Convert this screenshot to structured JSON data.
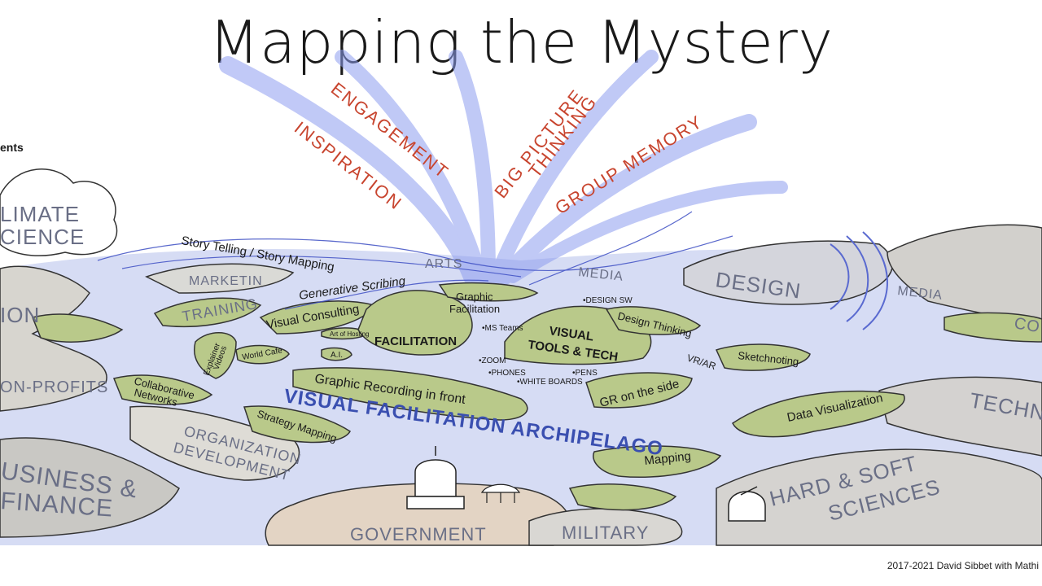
{
  "title": "Mapping the Mystery",
  "credit": "2017-2021 David Sibbet with Mathi",
  "colors": {
    "ray_text": "#c8452f",
    "archipelago_text": "#3a4fb0",
    "island_green": "#b9c98a",
    "water_blue": "#c9d3f2",
    "continent_grey": "#d9d8d3"
  },
  "outcomes": {
    "engagement": "ENGAGEMENT",
    "inspiration": "INSPIRATION",
    "big_picture": "BIG PICTURE",
    "thinking": "THINKING",
    "group_memory": "GROUP MEMORY"
  },
  "continents": {
    "ents": "ents",
    "climate": "LIMATE",
    "science": "CIENCE",
    "ion": "ION",
    "non_profits": "ON-PROFITS",
    "business": "USINESS &",
    "finance": "FINANCE",
    "org_dev_1": "ORGANIZATION",
    "org_dev_2": "DEVELOPMENT",
    "government": "GOVERNMENT",
    "military": "MILITARY",
    "hard_soft_1": "HARD & SOFT",
    "hard_soft_2": "SCIENCES",
    "techno": "TECHNO",
    "co": "CO",
    "design": "DESIGN",
    "media_right": "MEDIA",
    "media_center": "MEDIA",
    "arts": "ARTS",
    "marketing": "MARKETIN",
    "training": "TRAINING"
  },
  "islands": {
    "story_telling": "Story Telling / Story Mapping",
    "generative_scribing": "Generative Scribing",
    "visual_consulting": "Visual Consulting",
    "art_of_hosting": "Art of Hosting",
    "world_cafe": "World Cafe",
    "ai": "A.I.",
    "explainer_1": "Explainer",
    "explainer_2": "Videos",
    "collaborative_1": "Collaborative",
    "collaborative_2": "Networks",
    "strategy_mapping": "Strategy Mapping",
    "graphic_1": "Graphic",
    "graphic_2": "Facilitation",
    "facilitation": "FACILITATION",
    "ms_teams": "•MS Teams",
    "zoom": "•ZOOM",
    "phones": "•PHONES",
    "pens": "•PENS",
    "white_boards": "•WHITE BOARDS",
    "visual_tools_1": "VISUAL",
    "visual_tools_2": "TOOLS & TECH",
    "design_sw": "•DESIGN SW",
    "design_thinking": "Design Thinking",
    "vr_ar": "VR/AR",
    "sketchnoting": "Sketchnoting",
    "graphic_recording": "Graphic Recording in front",
    "gr_on_side": "GR on the side",
    "data_visualization": "Data Visualization",
    "mapping": "Mapping"
  },
  "archipelago": "VISUAL FACILITATION ARCHIPELAGO"
}
